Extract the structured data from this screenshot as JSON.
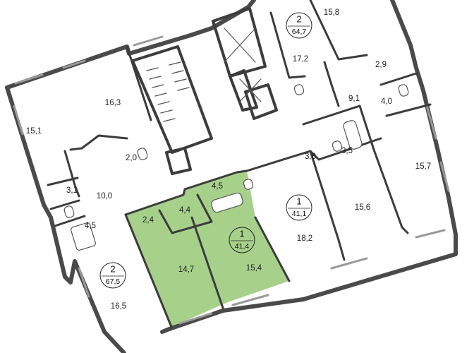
{
  "highlight_color": "#a7d18a",
  "wall_color": "#3c3c3c",
  "apartments": [
    {
      "id": "apt-top",
      "rooms": "2",
      "area": "64,7",
      "highlighted": false
    },
    {
      "id": "apt-right",
      "rooms": "1",
      "area": "41,1",
      "highlighted": false
    },
    {
      "id": "apt-green",
      "rooms": "1",
      "area": "41,4",
      "highlighted": true
    },
    {
      "id": "apt-left",
      "rooms": "2",
      "area": "67,5",
      "highlighted": false
    }
  ],
  "room_areas": [
    "15,8",
    "17,2",
    "2,9",
    "9,1",
    "4,0",
    "16,3",
    "15,1",
    "2,0",
    "3,8",
    "3,5",
    "15,7",
    "15,6",
    "18,2",
    "3,1",
    "10,0",
    "4,5",
    "4,4",
    "2,4",
    "4,5",
    "14,7",
    "15,4",
    "16,5"
  ]
}
